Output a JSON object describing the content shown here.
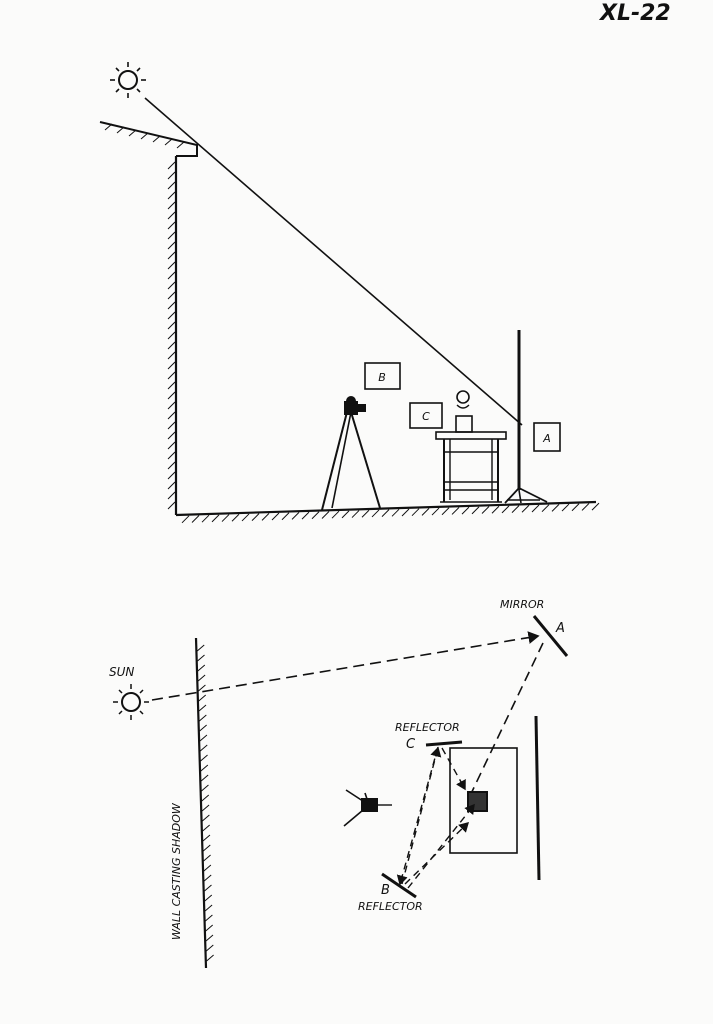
{
  "sheet_code": "XL-22",
  "elevation": {
    "card_labels": {
      "b": "B",
      "c": "C",
      "a": "A"
    }
  },
  "plan": {
    "sun_label": "SUN",
    "wall_label": "WALL CASTING SHADOW",
    "mirror_label": "MIRROR",
    "mirror_letter": "A",
    "reflector_top_label": "REFLECTOR",
    "reflector_top_letter": "C",
    "reflector_bottom_label": "REFLECTOR",
    "reflector_bottom_letter": "B"
  },
  "colors": {
    "ink": "#111111",
    "paper": "#fbfbfa"
  }
}
